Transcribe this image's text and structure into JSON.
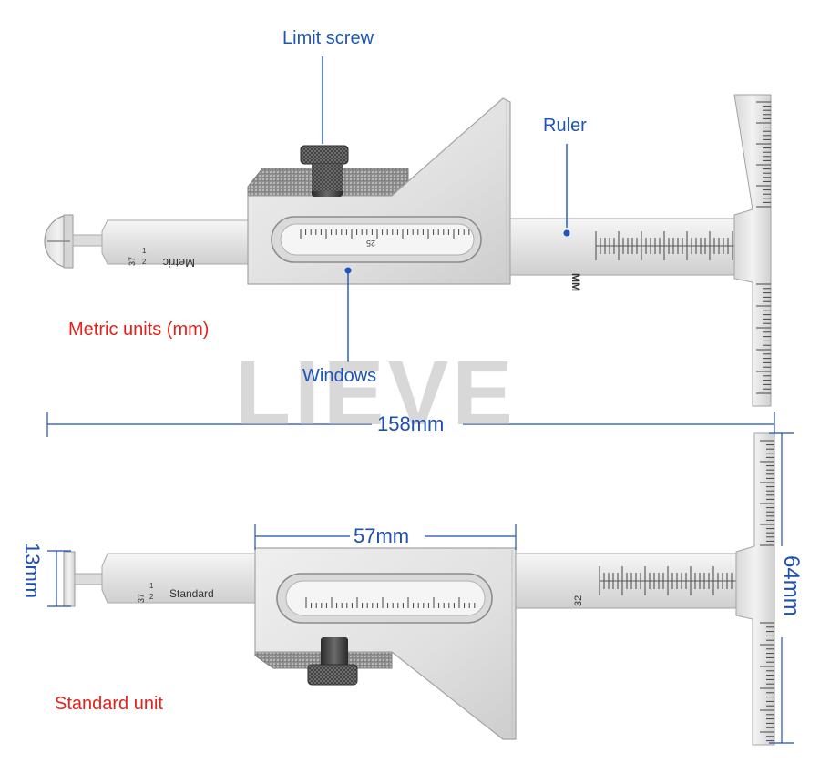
{
  "watermark": "LIEVE",
  "callouts": {
    "limit_screw": "Limit screw",
    "ruler": "Ruler",
    "windows": "Windows",
    "metric_units": "Metric units (mm)",
    "standard_unit": "Standard unit"
  },
  "dimensions": {
    "overall_length": "158mm",
    "body_width": "57mm",
    "head_height": "13mm",
    "blade_height": "64mm"
  },
  "engravings": {
    "metric_label": "Metric",
    "standard_label": "Standard",
    "fraction_whole": "37",
    "fraction_num": "1",
    "fraction_den": "2",
    "unit_mark": "MM",
    "window_number_top": "25",
    "ruler_number_bottom": "32"
  },
  "colors": {
    "callout_blue": "#1d55b8",
    "callout_red": "#e3221c",
    "steel_light": "#eeeeee",
    "steel_mid": "#d4d4d4",
    "steel_dark": "#9a9a9a",
    "knurl": "#3d3d3d"
  }
}
